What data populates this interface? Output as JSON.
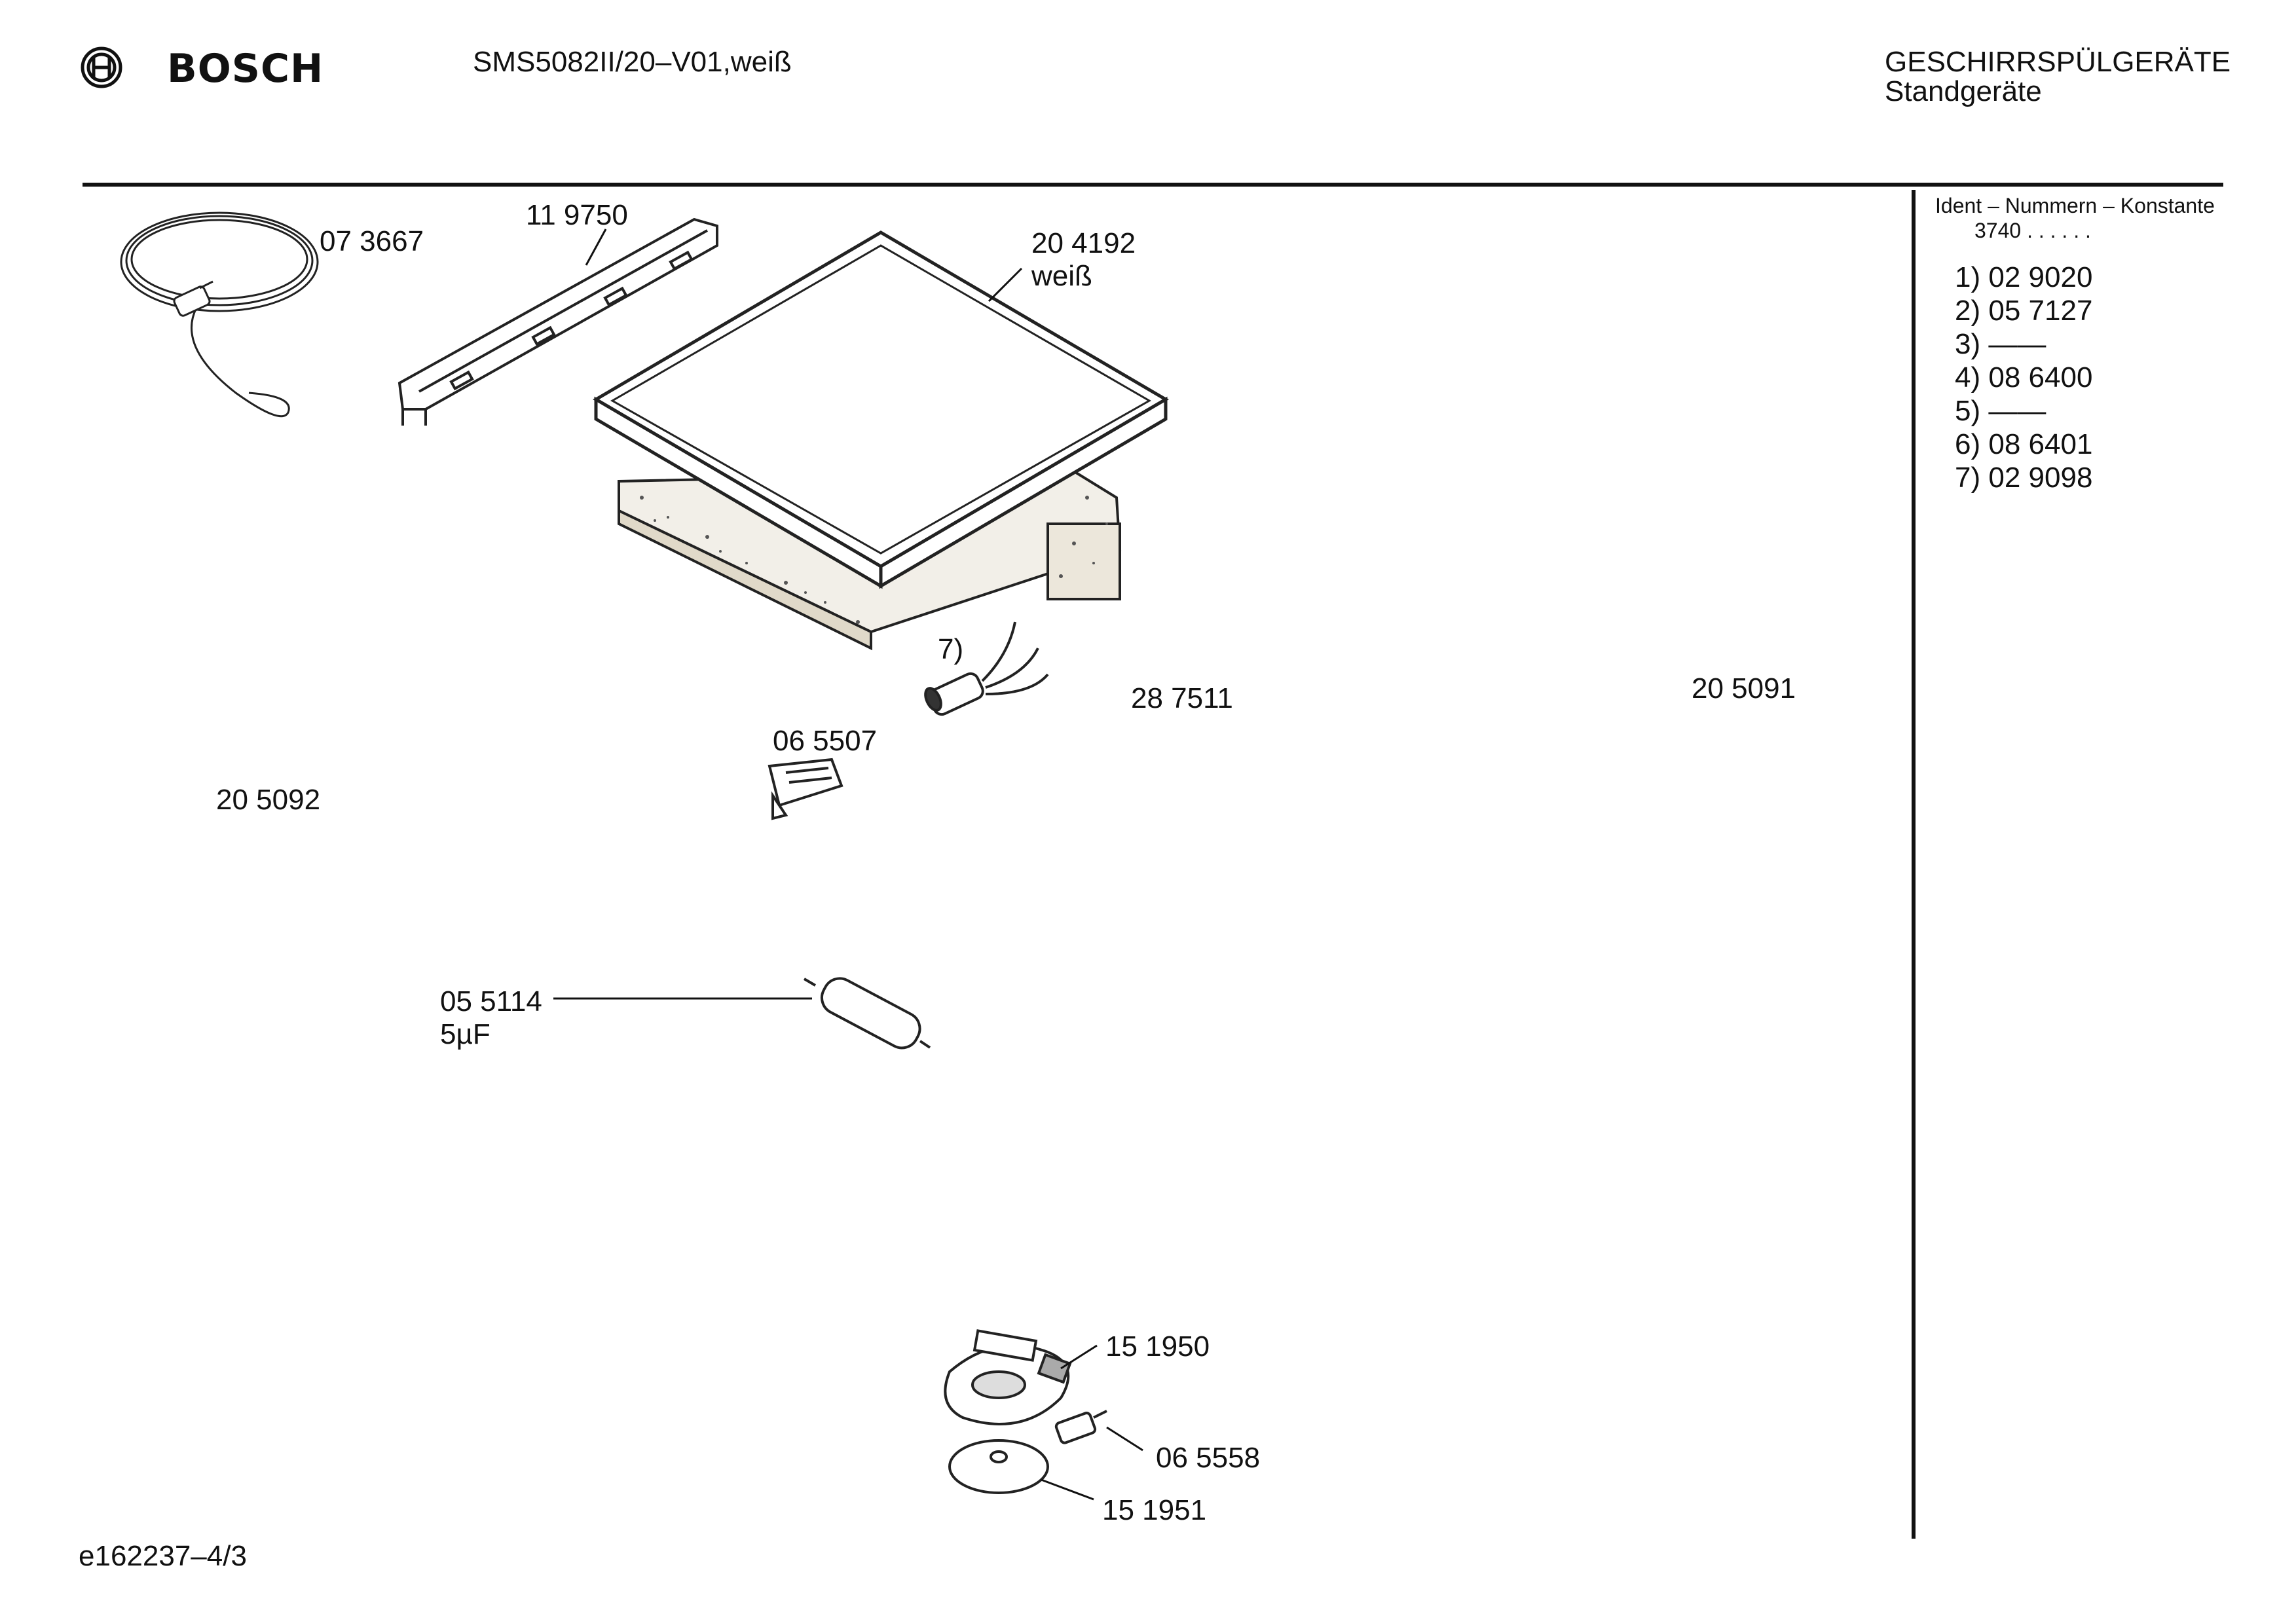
{
  "header": {
    "brand": "BOSCH",
    "model": "SMS5082II/20–V01,weiß",
    "category_line1": "GESCHIRRSPÜLGERÄTE",
    "category_line2": "Standgeräte"
  },
  "sidebar": {
    "title": "Ident – Nummern – Konstante",
    "constant": "3740 .  .   .  .  .  .",
    "items": [
      {
        "num": "1)",
        "value": "02 9020"
      },
      {
        "num": "2)",
        "value": "05 7127"
      },
      {
        "num": "3)",
        "value": "——"
      },
      {
        "num": "4)",
        "value": "08 6400"
      },
      {
        "num": "5)",
        "value": "——"
      },
      {
        "num": "6)",
        "value": "08 6401"
      },
      {
        "num": "7)",
        "value": "02 9098"
      }
    ]
  },
  "parts": {
    "cable": "07 3667",
    "rail": "11 9750",
    "top_cover": "20 4192",
    "top_cover_color": "weiß",
    "callout_7": "7)",
    "p287511": "28 7511",
    "p205091": "20 5091",
    "p065507": "06 5507",
    "p205092": "20 5092",
    "capacitor": "05 5114",
    "capacitor_value": "5µF",
    "p151950": "15 1950",
    "p065558": "06 5558",
    "p151951": "15 1951"
  },
  "footer": {
    "doc_id": "e162237–4/3"
  }
}
